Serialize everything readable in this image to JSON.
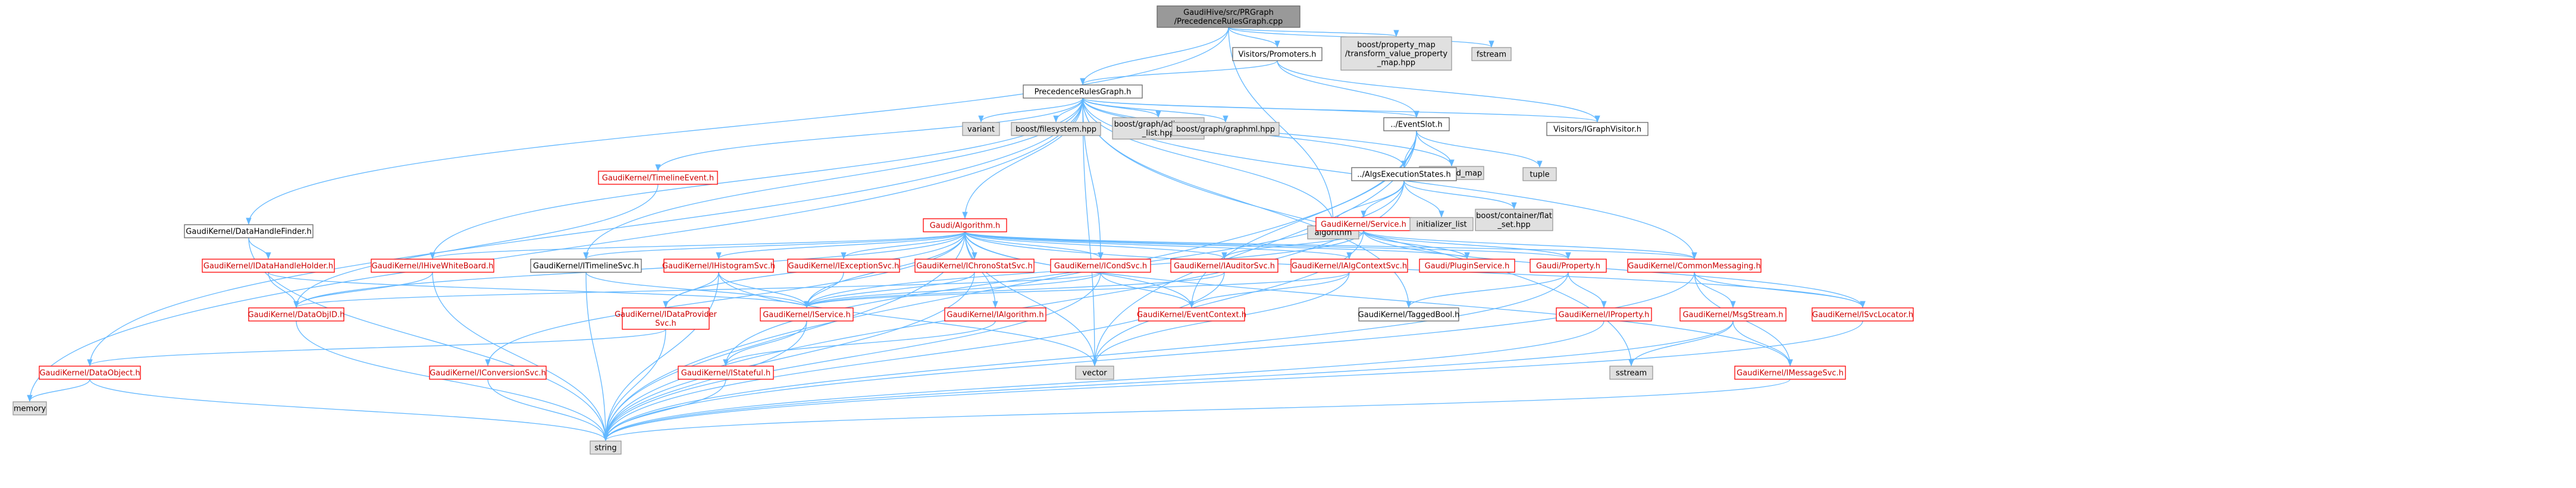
{
  "colors": {
    "edge": "#63b8ff",
    "root_fill": "#999999",
    "local_fill": "#ffffff",
    "local_border": "#666666",
    "system_fill": "#e0e0e0",
    "system_border": "#999999",
    "linked_text": "#000000",
    "red_border": "#ff0000",
    "red_text": "#cc0000"
  },
  "nodes": [
    {
      "id": "root",
      "lines": [
        "GaudiHive/src/PRGraph",
        "/PrecedenceRulesGraph.cpp"
      ],
      "kind": "root"
    },
    {
      "id": "prg_h",
      "lines": [
        "PrecedenceRulesGraph.h"
      ],
      "kind": "local"
    },
    {
      "id": "promoters",
      "lines": [
        "Visitors/Promoters.h"
      ],
      "kind": "local"
    },
    {
      "id": "pmap",
      "lines": [
        "boost/property_map",
        "/transform_value_property",
        "_map.hpp"
      ],
      "kind": "system"
    },
    {
      "id": "fstream",
      "lines": [
        "fstream"
      ],
      "kind": "system"
    },
    {
      "id": "dhf",
      "lines": [
        "GaudiKernel/DataHandleFinder.h"
      ],
      "kind": "local"
    },
    {
      "id": "variant",
      "lines": [
        "variant"
      ],
      "kind": "system"
    },
    {
      "id": "bfs",
      "lines": [
        "boost/filesystem.hpp"
      ],
      "kind": "system"
    },
    {
      "id": "badj",
      "lines": [
        "boost/graph/adjacency",
        "_list.hpp"
      ],
      "kind": "system"
    },
    {
      "id": "bgml",
      "lines": [
        "boost/graph/graphml.hpp"
      ],
      "kind": "system"
    },
    {
      "id": "eslot",
      "lines": [
        "../EventSlot.h"
      ],
      "kind": "local"
    },
    {
      "id": "igv",
      "lines": [
        "Visitors/IGraphVisitor.h"
      ],
      "kind": "local"
    },
    {
      "id": "tle",
      "lines": [
        "GaudiKernel/TimelineEvent.h"
      ],
      "kind": "red"
    },
    {
      "id": "umap",
      "lines": [
        "unordered_map"
      ],
      "kind": "system"
    },
    {
      "id": "aes",
      "lines": [
        "../AlgsExecutionStates.h"
      ],
      "kind": "local"
    },
    {
      "id": "tuple",
      "lines": [
        "tuple"
      ],
      "kind": "system"
    },
    {
      "id": "algorithm",
      "lines": [
        "algorithm"
      ],
      "kind": "system"
    },
    {
      "id": "idhh",
      "lines": [
        "GaudiKernel/IDataHandleHolder.h"
      ],
      "kind": "red"
    },
    {
      "id": "galg",
      "lines": [
        "Gaudi/Algorithm.h"
      ],
      "kind": "red"
    },
    {
      "id": "svc",
      "lines": [
        "GaudiKernel/Service.h"
      ],
      "kind": "red"
    },
    {
      "id": "initlist",
      "lines": [
        "initializer_list"
      ],
      "kind": "system"
    },
    {
      "id": "bflat",
      "lines": [
        "boost/container/flat",
        "_set.hpp"
      ],
      "kind": "system"
    },
    {
      "id": "ihwb",
      "lines": [
        "GaudiKernel/IHiveWhiteBoard.h"
      ],
      "kind": "red"
    },
    {
      "id": "itls",
      "lines": [
        "GaudiKernel/ITimelineSvc.h"
      ],
      "kind": "local"
    },
    {
      "id": "ihs",
      "lines": [
        "GaudiKernel/IHistogramSvc.h"
      ],
      "kind": "red"
    },
    {
      "id": "iexs",
      "lines": [
        "GaudiKernel/IExceptionSvc.h"
      ],
      "kind": "red"
    },
    {
      "id": "icss",
      "lines": [
        "GaudiKernel/IChronoStatSvc.h"
      ],
      "kind": "red"
    },
    {
      "id": "icond",
      "lines": [
        "GaudiKernel/ICondSvc.h"
      ],
      "kind": "red"
    },
    {
      "id": "iaud",
      "lines": [
        "GaudiKernel/IAuditorSvc.h"
      ],
      "kind": "red"
    },
    {
      "id": "iacs",
      "lines": [
        "GaudiKernel/IAlgContextSvc.h"
      ],
      "kind": "red"
    },
    {
      "id": "gplug",
      "lines": [
        "Gaudi/PluginService.h"
      ],
      "kind": "red"
    },
    {
      "id": "gprop",
      "lines": [
        "Gaudi/Property.h"
      ],
      "kind": "red"
    },
    {
      "id": "cmsg",
      "lines": [
        "GaudiKernel/CommonMessaging.h"
      ],
      "kind": "red"
    },
    {
      "id": "dobjid",
      "lines": [
        "GaudiKernel/DataObjID.h"
      ],
      "kind": "red"
    },
    {
      "id": "idps",
      "lines": [
        "GaudiKernel/IDataProvider",
        "Svc.h"
      ],
      "kind": "red"
    },
    {
      "id": "iservice",
      "lines": [
        "GaudiKernel/IService.h"
      ],
      "kind": "red"
    },
    {
      "id": "ialg",
      "lines": [
        "GaudiKernel/IAlgorithm.h"
      ],
      "kind": "red"
    },
    {
      "id": "evctx",
      "lines": [
        "GaudiKernel/EventContext.h"
      ],
      "kind": "red"
    },
    {
      "id": "tbool",
      "lines": [
        "GaudiKernel/TaggedBool.h"
      ],
      "kind": "local"
    },
    {
      "id": "iprop",
      "lines": [
        "GaudiKernel/IProperty.h"
      ],
      "kind": "red"
    },
    {
      "id": "msgs",
      "lines": [
        "GaudiKernel/MsgStream.h"
      ],
      "kind": "red"
    },
    {
      "id": "isvcl",
      "lines": [
        "GaudiKernel/ISvcLocator.h"
      ],
      "kind": "red"
    },
    {
      "id": "dobj",
      "lines": [
        "GaudiKernel/DataObject.h"
      ],
      "kind": "red"
    },
    {
      "id": "iconv",
      "lines": [
        "GaudiKernel/IConversionSvc.h"
      ],
      "kind": "red"
    },
    {
      "id": "istate",
      "lines": [
        "GaudiKernel/IStateful.h"
      ],
      "kind": "red"
    },
    {
      "id": "vector",
      "lines": [
        "vector"
      ],
      "kind": "system"
    },
    {
      "id": "sstream",
      "lines": [
        "sstream"
      ],
      "kind": "system"
    },
    {
      "id": "imsg",
      "lines": [
        "GaudiKernel/IMessageSvc.h"
      ],
      "kind": "red"
    },
    {
      "id": "memory",
      "lines": [
        "memory"
      ],
      "kind": "system"
    },
    {
      "id": "string",
      "lines": [
        "string"
      ],
      "kind": "system"
    }
  ],
  "edges": [
    [
      "root",
      "prg_h"
    ],
    [
      "root",
      "promoters"
    ],
    [
      "root",
      "pmap"
    ],
    [
      "root",
      "fstream"
    ],
    [
      "root",
      "dhf"
    ],
    [
      "root",
      "algorithm"
    ],
    [
      "promoters",
      "prg_h"
    ],
    [
      "promoters",
      "igv"
    ],
    [
      "promoters",
      "eslot"
    ],
    [
      "dhf",
      "idhh"
    ],
    [
      "dhf",
      "string"
    ],
    [
      "prg_h",
      "variant"
    ],
    [
      "prg_h",
      "bfs"
    ],
    [
      "prg_h",
      "badj"
    ],
    [
      "prg_h",
      "bgml"
    ],
    [
      "prg_h",
      "eslot"
    ],
    [
      "prg_h",
      "igv"
    ],
    [
      "prg_h",
      "tle"
    ],
    [
      "prg_h",
      "umap"
    ],
    [
      "prg_h",
      "aes"
    ],
    [
      "prg_h",
      "algorithm"
    ],
    [
      "prg_h",
      "galg"
    ],
    [
      "prg_h",
      "ihwb"
    ],
    [
      "prg_h",
      "itls"
    ],
    [
      "prg_h",
      "icond"
    ],
    [
      "prg_h",
      "cmsg"
    ],
    [
      "prg_h",
      "dobj"
    ],
    [
      "prg_h",
      "memory"
    ],
    [
      "prg_h",
      "vector"
    ],
    [
      "prg_h",
      "sstream"
    ],
    [
      "prg_h",
      "tbool"
    ],
    [
      "eslot",
      "umap"
    ],
    [
      "eslot",
      "aes"
    ],
    [
      "eslot",
      "tuple"
    ],
    [
      "eslot",
      "vector"
    ],
    [
      "eslot",
      "string"
    ],
    [
      "eslot",
      "evctx"
    ],
    [
      "aes",
      "algorithm"
    ],
    [
      "aes",
      "svc"
    ],
    [
      "aes",
      "initlist"
    ],
    [
      "aes",
      "bflat"
    ],
    [
      "aes",
      "string"
    ],
    [
      "aes",
      "istate"
    ],
    [
      "tle",
      "dobjid"
    ],
    [
      "idhh",
      "dobjid"
    ],
    [
      "idhh",
      "iservice"
    ],
    [
      "svc",
      "gprop"
    ],
    [
      "svc",
      "cmsg"
    ],
    [
      "svc",
      "isvcl"
    ],
    [
      "svc",
      "iaud"
    ],
    [
      "svc",
      "gplug"
    ],
    [
      "svc",
      "iservice"
    ],
    [
      "svc",
      "vector"
    ],
    [
      "galg",
      "ihwb"
    ],
    [
      "galg",
      "itls"
    ],
    [
      "galg",
      "ihs"
    ],
    [
      "galg",
      "iexs"
    ],
    [
      "galg",
      "icss"
    ],
    [
      "galg",
      "icond"
    ],
    [
      "galg",
      "iaud"
    ],
    [
      "galg",
      "iacs"
    ],
    [
      "galg",
      "gplug"
    ],
    [
      "galg",
      "gprop"
    ],
    [
      "galg",
      "cmsg"
    ],
    [
      "galg",
      "dobjid"
    ],
    [
      "galg",
      "idps"
    ],
    [
      "galg",
      "iservice"
    ],
    [
      "galg",
      "ialg"
    ],
    [
      "galg",
      "evctx"
    ],
    [
      "galg",
      "string"
    ],
    [
      "galg",
      "vector"
    ],
    [
      "galg",
      "isvcl"
    ],
    [
      "galg",
      "iconv"
    ],
    [
      "galg",
      "imsg"
    ],
    [
      "ihwb",
      "dobjid"
    ],
    [
      "ihwb",
      "string"
    ],
    [
      "itls",
      "iservice"
    ],
    [
      "itls",
      "string"
    ],
    [
      "ihs",
      "iservice"
    ],
    [
      "ihs",
      "idps"
    ],
    [
      "ihs",
      "string"
    ],
    [
      "ihs",
      "vector"
    ],
    [
      "iexs",
      "iservice"
    ],
    [
      "icss",
      "iservice"
    ],
    [
      "icss",
      "string"
    ],
    [
      "icond",
      "iservice"
    ],
    [
      "icond",
      "evctx"
    ],
    [
      "icond",
      "dobjid"
    ],
    [
      "icond",
      "string"
    ],
    [
      "iaud",
      "iservice"
    ],
    [
      "iaud",
      "string"
    ],
    [
      "iacs",
      "iservice"
    ],
    [
      "iacs",
      "evctx"
    ],
    [
      "iacs",
      "vector"
    ],
    [
      "gprop",
      "iprop"
    ],
    [
      "gprop",
      "tbool"
    ],
    [
      "gprop",
      "string"
    ],
    [
      "cmsg",
      "imsg"
    ],
    [
      "cmsg",
      "isvcl"
    ],
    [
      "cmsg",
      "msgs"
    ],
    [
      "cmsg",
      "string"
    ],
    [
      "msgs",
      "imsg"
    ],
    [
      "msgs",
      "sstream"
    ],
    [
      "msgs",
      "string"
    ],
    [
      "isvcl",
      "string"
    ],
    [
      "iprop",
      "string"
    ],
    [
      "iservice",
      "istate"
    ],
    [
      "iservice",
      "string"
    ],
    [
      "ialg",
      "istate"
    ],
    [
      "istate",
      "string"
    ],
    [
      "dobjid",
      "string"
    ],
    [
      "idps",
      "dobj"
    ],
    [
      "idps",
      "string"
    ],
    [
      "dobj",
      "memory"
    ],
    [
      "dobj",
      "string"
    ],
    [
      "iconv",
      "string"
    ],
    [
      "imsg",
      "string"
    ]
  ]
}
